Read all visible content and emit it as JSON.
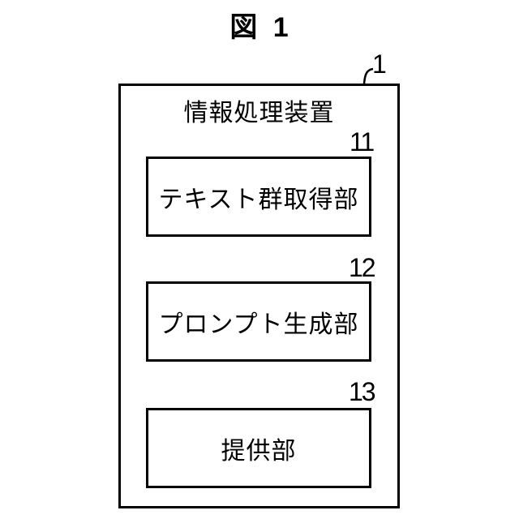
{
  "figure": {
    "title": "図 1",
    "device": {
      "label": "情報処理装置",
      "ref": "1"
    },
    "modules": [
      {
        "label": "テキスト群取得部",
        "ref": "11"
      },
      {
        "label": "プロンプト生成部",
        "ref": "12"
      },
      {
        "label": "提供部",
        "ref": "13"
      }
    ]
  },
  "colors": {
    "line": "#000000",
    "background": "#ffffff",
    "text": "#000000"
  }
}
